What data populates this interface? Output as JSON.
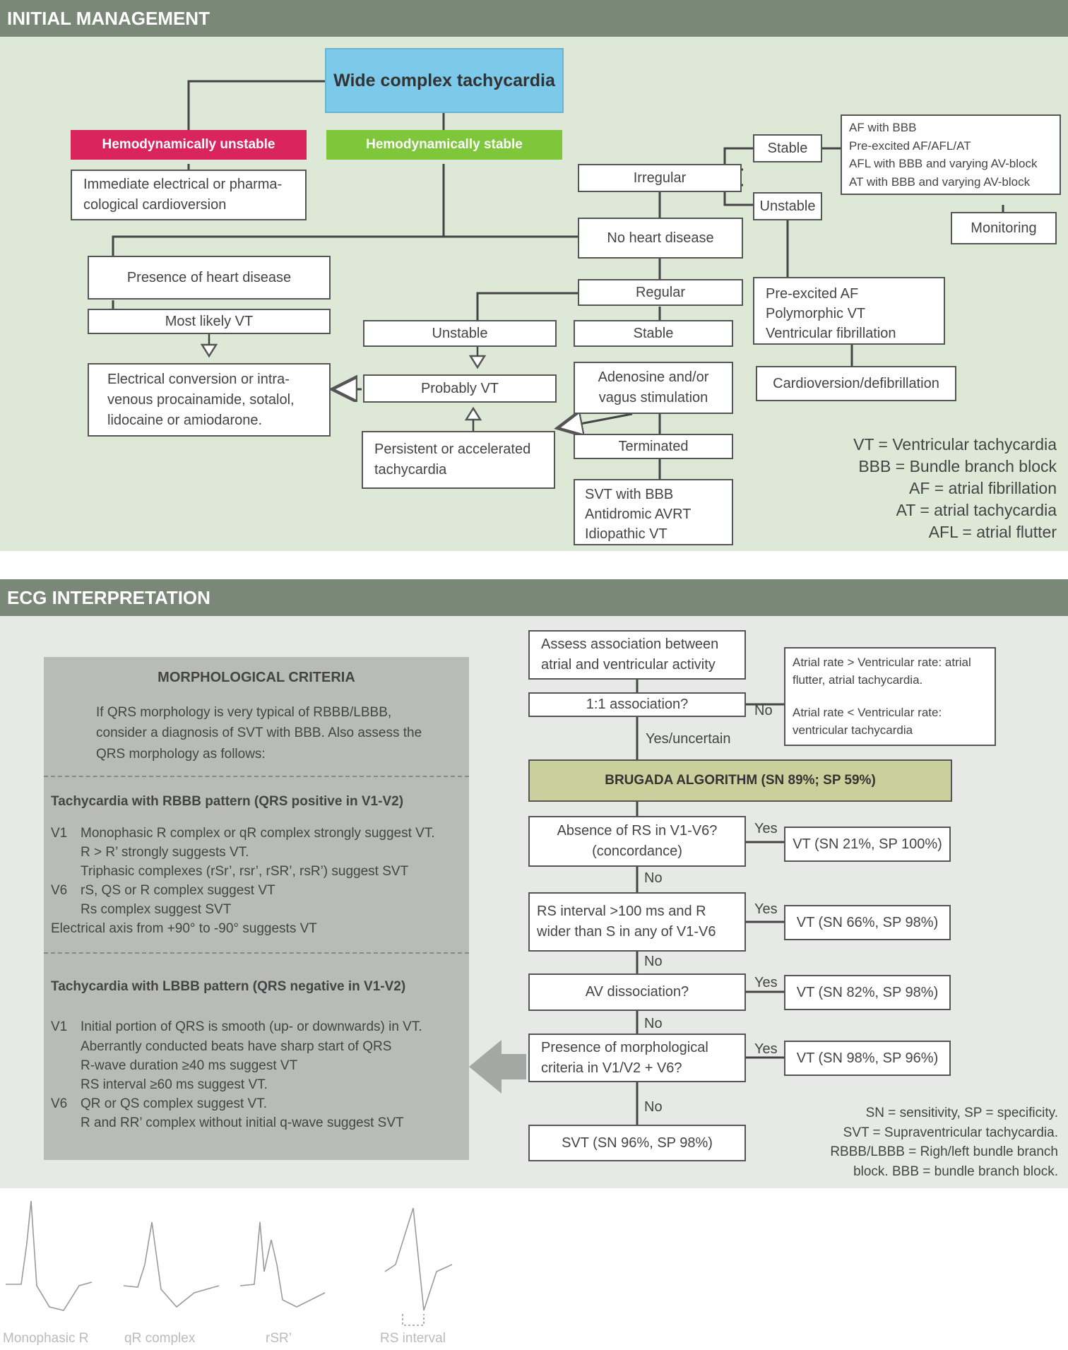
{
  "initial": {
    "header": "INITIAL MANAGEMENT",
    "wct": "Wide complex tachycardia",
    "unstable_label": "Hemodynamically unstable",
    "stable_label": "Hemodynamically stable",
    "immediate": "Immediate electrical or pharma-cological cardioversion",
    "irregular": "Irregular",
    "stable": "Stable",
    "unstable": "Unstable",
    "af_list": [
      "AF with BBB",
      "Pre-excited AF/AFL/AT",
      "AFL with BBB and varying AV-block",
      "AT with BBB and varying AV-block"
    ],
    "monitoring": "Monitoring",
    "no_heart": "No heart disease",
    "presence_heart": "Presence of heart disease",
    "most_likely": "Most likely VT",
    "regular": "Regular",
    "preexcited": [
      "Pre-excited AF",
      "Polymorphic VT",
      "Ventricular fibrillation"
    ],
    "unstable2": "Unstable",
    "stable2": "Stable",
    "probably_vt": "Probably VT",
    "adenosine": "Adenosine and/or vagus stimulation",
    "cardioversion": "Cardioversion/defibrillation",
    "electrical": "Electrical conversion or intra-venous procainamide, sotalol, lidocaine or amiodarone.",
    "persistent": "Persistent or accelerated tachycardia",
    "terminated": "Terminated",
    "svt_list": [
      "SVT with BBB",
      "Antidromic AVRT",
      "Idiopathic VT"
    ],
    "legend": [
      "VT = Ventricular tachycardia",
      "BBB = Bundle branch block",
      "AF = atrial fibrillation",
      "AT = atrial tachycardia",
      "AFL = atrial flutter"
    ]
  },
  "ecg": {
    "header": "ECG INTERPRETATION",
    "morph_title": "MORPHOLOGICAL CRITERIA",
    "morph_intro": "If QRS morphology is very typical of RBBB/LBBB, consider a diagnosis of SVT with BBB. Also assess the QRS morphology as follows:",
    "rbbb_title": "Tachycardia with RBBB pattern (QRS positive in V1-V2)",
    "rbbb_rows": [
      {
        "lead": "V1",
        "text": "Monophasic R complex or qR complex strongly suggest VT."
      },
      {
        "lead": "",
        "text": "R > R’ strongly suggests VT."
      },
      {
        "lead": "",
        "text": "Triphasic complexes (rSr’, rsr’, rSR’, rsR’) suggest SVT"
      },
      {
        "lead": "V6",
        "text": "rS, QS or R complex suggest VT"
      },
      {
        "lead": "",
        "text": "Rs complex suggest SVT"
      }
    ],
    "axis_text": "Electrical axis from +90° to -90° suggests VT",
    "lbbb_title": "Tachycardia with LBBB pattern (QRS negative in V1-V2)",
    "lbbb_rows": [
      {
        "lead": "V1",
        "text": "Initial portion of QRS is smooth (up- or downwards) in VT."
      },
      {
        "lead": "",
        "text": "Aberrantly conducted beats have sharp start of QRS"
      },
      {
        "lead": "",
        "text": "R-wave duration ≥40 ms suggest VT"
      },
      {
        "lead": "",
        "text": "RS interval ≥60 ms suggest VT."
      },
      {
        "lead": "V6",
        "text": "QR or QS complex suggest VT."
      },
      {
        "lead": "",
        "text": "R and RR’ complex without initial q-wave suggest SVT"
      }
    ],
    "assess": "Assess association between atrial and ventricular activity",
    "assoc": "1:1 association?",
    "no": "No",
    "yes_uncertain": "Yes/uncertain",
    "atrial_gt": "Atrial rate > Ventricular rate: atrial flutter, atrial tachycardia.",
    "atrial_lt": "Atrial rate < Ventricular rate: ventricular tachycardia",
    "brugada": "BRUGADA ALGORITHM (SN 89%; SP 59%)",
    "yes": "Yes",
    "step1": "Absence of RS in V1-V6? (concordance)",
    "step2": "RS interval >100 ms and R wider than S in any of V1-V6",
    "step3": "AV dissociation?",
    "step4": "Presence of morphological criteria in V1/V2 + V6?",
    "vt1": "VT (SN 21%, SP 100%)",
    "vt2": "VT (SN 66%, SP 98%)",
    "vt3": "VT (SN 82%, SP 98%)",
    "vt4": "VT (SN 98%, SP 96%)",
    "svt": "SVT (SN 96%, SP 98%)",
    "legend": [
      "SN = sensitivity, SP = specificity.",
      "SVT = Supraventricular tachycardia.",
      "RBBB/LBBB = Righ/left bundle branch",
      "block. BBB = bundle branch block."
    ]
  },
  "waveforms": {
    "labels": [
      "Monophasic R",
      "qR complex",
      "rSR’",
      "RS interval"
    ]
  },
  "colors": {
    "header": "#7a8878",
    "wct": "#7cc9ea",
    "unstable": "#d9245d",
    "stable": "#7ec63a",
    "brugada": "#c9d09b"
  }
}
